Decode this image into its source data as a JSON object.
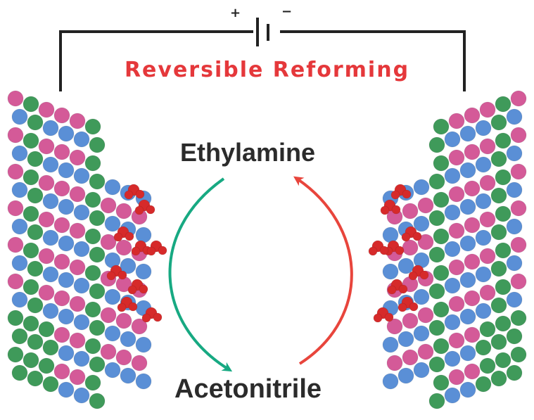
{
  "title": "Reversible Reforming",
  "top_label": "Ethylamine",
  "bottom_label": "Acetonitrile",
  "battery": {
    "plus": "+",
    "minus": "−"
  },
  "colors": {
    "title": "#e5383b",
    "forward_arrow": "#17a982",
    "reverse_arrow": "#e8453c",
    "atom_pink": "#d45a98",
    "atom_blue": "#5a8fd6",
    "atom_green": "#3f9a5a",
    "atom_red": "#d62a2a",
    "wire": "#222222"
  }
}
